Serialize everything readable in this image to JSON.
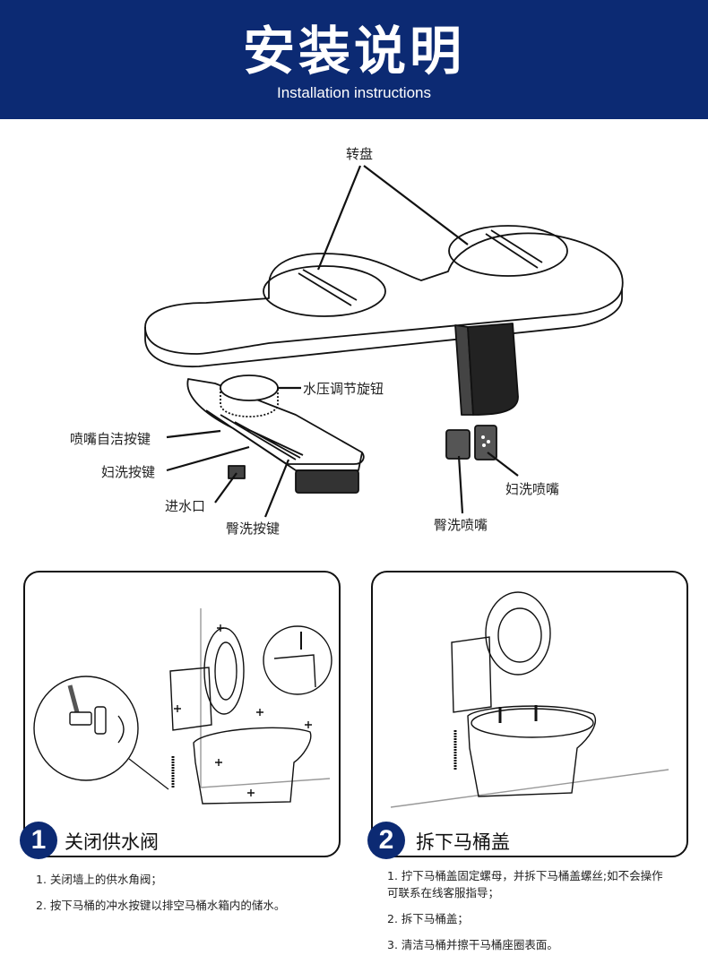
{
  "header": {
    "title": "安装说明",
    "subtitle": "Installation instructions"
  },
  "diagram": {
    "labels": {
      "dial": "转盘",
      "pressure_knob": "水压调节旋钮",
      "nozzle_clean": "喷嘴自洁按键",
      "feminine_button": "妇洗按键",
      "water_inlet": "进水口",
      "rear_button": "臀洗按键",
      "rear_nozzle": "臀洗喷嘴",
      "feminine_nozzle": "妇洗喷嘴"
    }
  },
  "steps": [
    {
      "number": "1",
      "title": "关闭供水阀",
      "items": [
        "1. 关闭墙上的供水角阀；",
        "2. 按下马桶的冲水按键以排空马桶水箱内的储水。"
      ]
    },
    {
      "number": "2",
      "title": "拆下马桶盖",
      "items": [
        "1. 拧下马桶盖固定螺母，并拆下马桶盖螺丝;如不会操作可联系在线客服指导；",
        "2. 拆下马桶盖；",
        "3. 清洁马桶并擦干马桶座圈表面。"
      ]
    }
  ],
  "colors": {
    "header_bg": "#0c2a73",
    "badge_bg": "#0c2a73",
    "line": "#111111"
  }
}
